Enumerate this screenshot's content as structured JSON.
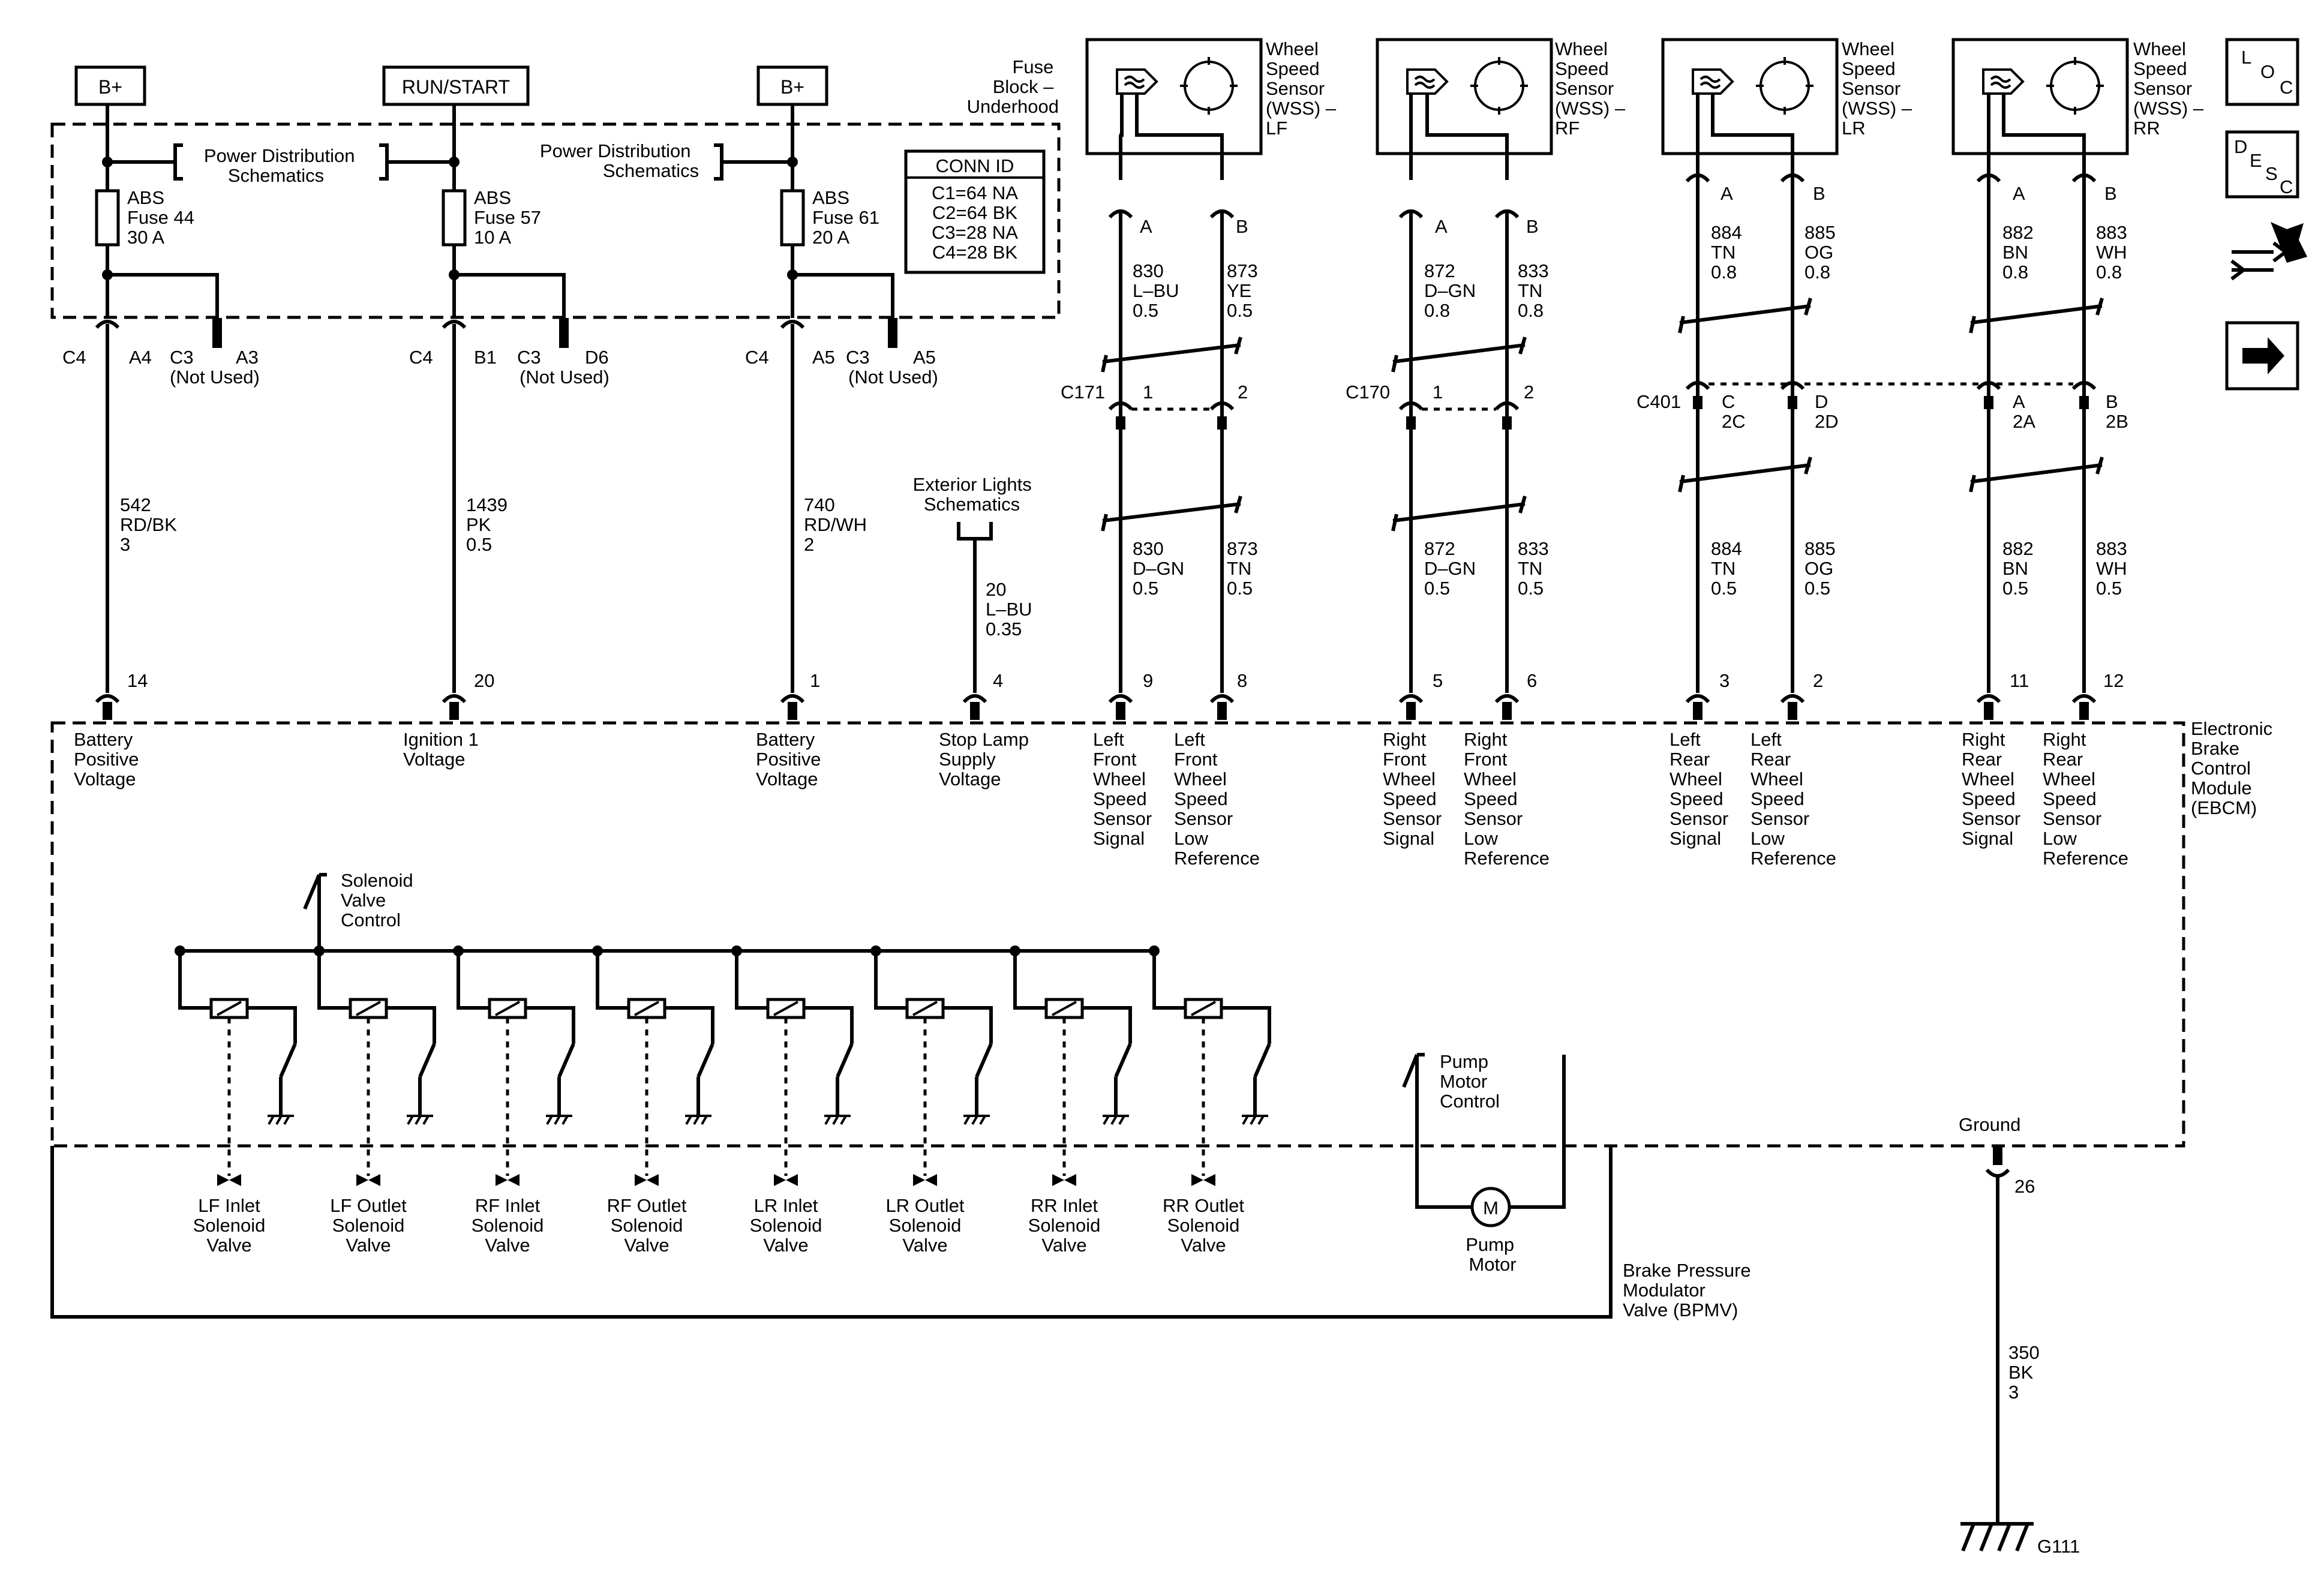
{
  "power_sources": [
    "B+",
    "RUN/START",
    "B+"
  ],
  "fuse_block": {
    "title_lines": [
      "Fuse",
      "Block –",
      "Underhood"
    ],
    "ref_left": [
      "Power Distribution",
      "Schematics"
    ],
    "ref_right": [
      "Power Distribution",
      "Schematics"
    ],
    "fuses": [
      [
        "ABS",
        "Fuse 44",
        "30 A"
      ],
      [
        "ABS",
        "Fuse 57",
        "10 A"
      ],
      [
        "ABS",
        "Fuse 61",
        "20 A"
      ]
    ]
  },
  "conn_id": {
    "title": "CONN ID",
    "rows": [
      "C1=64 NA",
      "C2=64 BK",
      "C3=28 NA",
      "C4=28 BK"
    ]
  },
  "fuse_connectors": [
    {
      "c4": "C4",
      "c4_pin": "A4",
      "c3": "C3",
      "c3_pin": "A3",
      "note": "(Not Used)"
    },
    {
      "c4": "C4",
      "c4_pin": "B1",
      "c3": "C3",
      "c3_pin": "D6",
      "note": "(Not Used)"
    },
    {
      "c4": "C4",
      "c4_pin": "A5",
      "c3": "C3",
      "c3_pin": "A5",
      "note": "(Not Used)"
    }
  ],
  "power_wires": [
    [
      "542",
      "RD/BK",
      "3"
    ],
    [
      "1439",
      "PK",
      "0.5"
    ],
    [
      "740",
      "RD/WH",
      "2"
    ]
  ],
  "exterior_lights": {
    "ref": [
      "Exterior Lights",
      "Schematics"
    ],
    "wire": [
      "20",
      "L–BU",
      "0.35"
    ]
  },
  "sensors": [
    {
      "title": [
        "Wheel",
        "Speed",
        "Sensor",
        "(WSS) –",
        "LF"
      ],
      "pins": [
        "A",
        "B"
      ],
      "upper_wires": [
        [
          "830",
          "L–BU",
          "0.5"
        ],
        [
          "873",
          "YE",
          "0.5"
        ]
      ],
      "connector": "C171",
      "conn_pins": [
        "1",
        "2"
      ],
      "lower_wires": [
        [
          "830",
          "D–GN",
          "0.5"
        ],
        [
          "873",
          "TN",
          "0.5"
        ]
      ],
      "ebcm_pins": [
        "9",
        "8"
      ]
    },
    {
      "title": [
        "Wheel",
        "Speed",
        "Sensor",
        "(WSS) –",
        "RF"
      ],
      "pins": [
        "A",
        "B"
      ],
      "upper_wires": [
        [
          "872",
          "D–GN",
          "0.8"
        ],
        [
          "833",
          "TN",
          "0.8"
        ]
      ],
      "connector": "C170",
      "conn_pins": [
        "1",
        "2"
      ],
      "lower_wires": [
        [
          "872",
          "D–GN",
          "0.5"
        ],
        [
          "833",
          "TN",
          "0.5"
        ]
      ],
      "ebcm_pins": [
        "5",
        "6"
      ]
    },
    {
      "title": [
        "Wheel",
        "Speed",
        "Sensor",
        "(WSS) –",
        "LR"
      ],
      "pins": [
        "A",
        "B"
      ],
      "upper_wires": [
        [
          "884",
          "TN",
          "0.8"
        ],
        [
          "885",
          "OG",
          "0.8"
        ]
      ],
      "connector": "C401",
      "conn_pins": [
        "C",
        "D"
      ],
      "conn_pins2": [
        "2C",
        "2D"
      ],
      "lower_wires": [
        [
          "884",
          "TN",
          "0.5"
        ],
        [
          "885",
          "OG",
          "0.5"
        ]
      ],
      "ebcm_pins": [
        "3",
        "2"
      ]
    },
    {
      "title": [
        "Wheel",
        "Speed",
        "Sensor",
        "(WSS) –",
        "RR"
      ],
      "pins": [
        "A",
        "B"
      ],
      "upper_wires": [
        [
          "882",
          "BN",
          "0.8"
        ],
        [
          "883",
          "WH",
          "0.8"
        ]
      ],
      "connector": "",
      "conn_pins": [
        "A",
        "B"
      ],
      "conn_pins2": [
        "2A",
        "2B"
      ],
      "lower_wires": [
        [
          "882",
          "BN",
          "0.5"
        ],
        [
          "883",
          "WH",
          "0.5"
        ]
      ],
      "ebcm_pins": [
        "11",
        "12"
      ]
    }
  ],
  "ebcm": {
    "title": [
      "Electronic",
      "Brake",
      "Control",
      "Module",
      "(EBCM)"
    ],
    "power_pins": [
      "14",
      "20",
      "1",
      "4"
    ],
    "inputs": [
      [
        "Battery",
        "Positive",
        "Voltage"
      ],
      [
        "Ignition 1",
        "Voltage"
      ],
      [
        "Battery",
        "Positive",
        "Voltage"
      ],
      [
        "Stop Lamp",
        "Supply",
        "Voltage"
      ]
    ],
    "sensor_inputs": [
      [
        "Left",
        "Front",
        "Wheel",
        "Speed",
        "Sensor",
        "Signal"
      ],
      [
        "Left",
        "Front",
        "Wheel",
        "Speed",
        "Sensor",
        "Low",
        "Reference"
      ],
      [
        "Right",
        "Front",
        "Wheel",
        "Speed",
        "Sensor",
        "Signal"
      ],
      [
        "Right",
        "Front",
        "Wheel",
        "Speed",
        "Sensor",
        "Low",
        "Reference"
      ],
      [
        "Left",
        "Rear",
        "Wheel",
        "Speed",
        "Sensor",
        "Signal"
      ],
      [
        "Left",
        "Rear",
        "Wheel",
        "Speed",
        "Sensor",
        "Low",
        "Reference"
      ],
      [
        "Right",
        "Rear",
        "Wheel",
        "Speed",
        "Sensor",
        "Signal"
      ],
      [
        "Right",
        "Rear",
        "Wheel",
        "Speed",
        "Sensor",
        "Low",
        "Reference"
      ]
    ],
    "solenoid_control": [
      "Solenoid",
      "Valve",
      "Control"
    ],
    "pump_control": [
      "Pump",
      "Motor",
      "Control"
    ],
    "ground_label": "Ground",
    "ground_pin": "26"
  },
  "bpmv": {
    "title": [
      "Brake Pressure",
      "Modulator",
      "Valve (BPMV)"
    ],
    "valves": [
      [
        "LF Inlet",
        "Solenoid",
        "Valve"
      ],
      [
        "LF Outlet",
        "Solenoid",
        "Valve"
      ],
      [
        "RF Inlet",
        "Solenoid",
        "Valve"
      ],
      [
        "RF Outlet",
        "Solenoid",
        "Valve"
      ],
      [
        "LR Inlet",
        "Solenoid",
        "Valve"
      ],
      [
        "LR Outlet",
        "Solenoid",
        "Valve"
      ],
      [
        "RR Inlet",
        "Solenoid",
        "Valve"
      ],
      [
        "RR Outlet",
        "Solenoid",
        "Valve"
      ]
    ],
    "pump": [
      "Pump",
      "Motor"
    ],
    "motor_symbol": "M"
  },
  "ground_wire": [
    "350",
    "BK",
    "3"
  ],
  "ground_point": "G111",
  "side_icons": {
    "loc": [
      "L",
      "O",
      "C"
    ],
    "desc": [
      "D",
      "E",
      "S",
      "C"
    ]
  }
}
